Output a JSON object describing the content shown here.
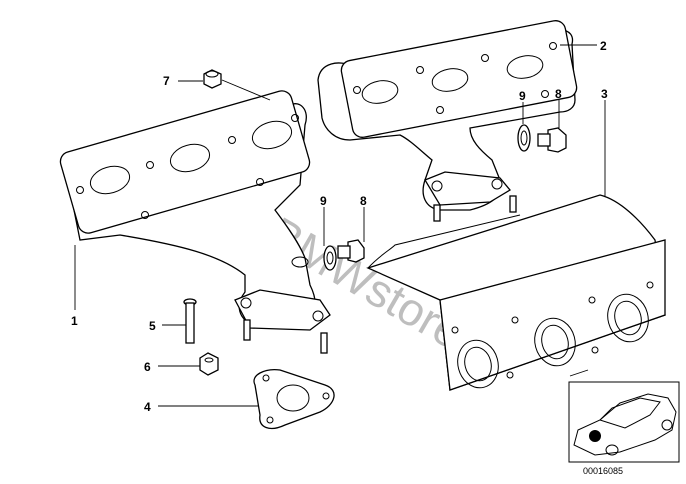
{
  "diagram": {
    "callouts": {
      "c1": "1",
      "c2": "2",
      "c3": "3",
      "c4": "4",
      "c5": "5",
      "c6": "6",
      "c7": "7",
      "c8a": "8",
      "c8b": "8",
      "c9a": "9",
      "c9b": "9"
    },
    "watermark": "www.BMWstore.pl",
    "part_number": "00016085"
  }
}
